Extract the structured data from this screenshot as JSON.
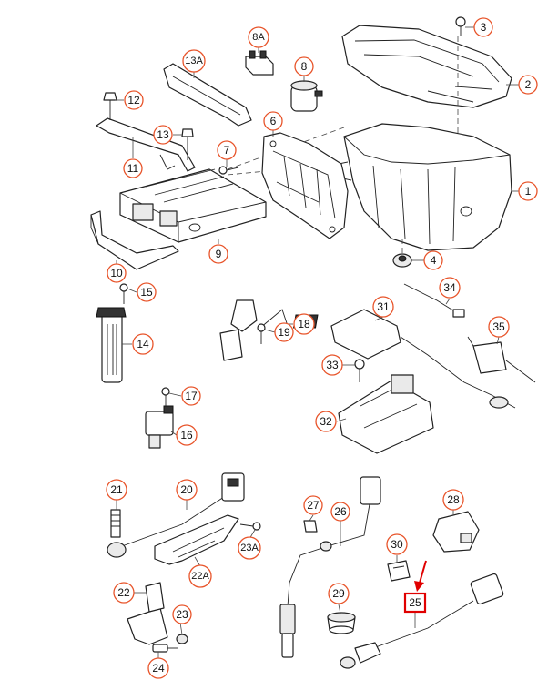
{
  "callouts": {
    "c1": "1",
    "c2": "2",
    "c3": "3",
    "c4": "4",
    "c6": "6",
    "c7": "7",
    "c8": "8",
    "c8a": "8A",
    "c9": "9",
    "c10": "10",
    "c11": "11",
    "c12": "12",
    "c13": "13",
    "c13a": "13A",
    "c14": "14",
    "c15": "15",
    "c16": "16",
    "c17": "17",
    "c18": "18",
    "c19": "19",
    "c20": "20",
    "c21": "21",
    "c22": "22",
    "c22a": "22A",
    "c23": "23",
    "c23a": "23A",
    "c24": "24",
    "c25": "25",
    "c26": "26",
    "c27": "27",
    "c28": "28",
    "c29": "29",
    "c30": "30",
    "c31": "31",
    "c32": "32",
    "c33": "33",
    "c34": "34",
    "c35": "35"
  },
  "highlighted_callout": "25",
  "colors": {
    "callout_ring": "#e8542a",
    "highlight": "#e00000",
    "line": "#222222"
  }
}
